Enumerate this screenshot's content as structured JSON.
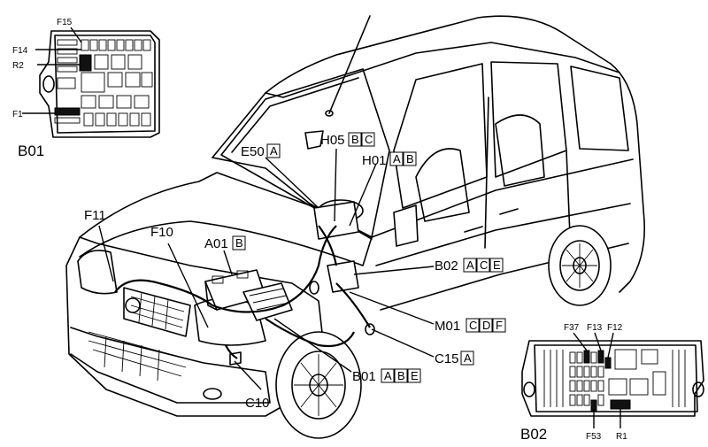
{
  "labels": {
    "F15": "F15",
    "F14": "F14",
    "R2": "R2",
    "F1": "F1",
    "B01_box": "B01",
    "E50": "E50",
    "H05": "H05",
    "H01": "H01",
    "F11": "F11",
    "F10": "F10",
    "A01": "A01",
    "B02_conn": "B02",
    "M01": "M01",
    "C15": "C15",
    "B01_conn": "B01",
    "C10": "C10",
    "F37": "F37",
    "F13": "F13",
    "F12": "F12",
    "F53": "F53",
    "R1": "R1",
    "B02_box": "B02"
  },
  "variants": {
    "E50": [
      "A"
    ],
    "H05": [
      "B",
      "C"
    ],
    "H01": [
      "A",
      "B"
    ],
    "A01": [
      "B"
    ],
    "B02_conn": [
      "A",
      "C",
      "E"
    ],
    "M01": [
      "C",
      "D",
      "F"
    ],
    "C15": [
      "A"
    ],
    "B01_conn": [
      "A",
      "B",
      "E"
    ]
  },
  "icons": {
    "vehicle": "van-outline-illustration",
    "fusebox_b01": "engine-bay-fuse-box",
    "fusebox_b02": "dashboard-fuse-box"
  }
}
